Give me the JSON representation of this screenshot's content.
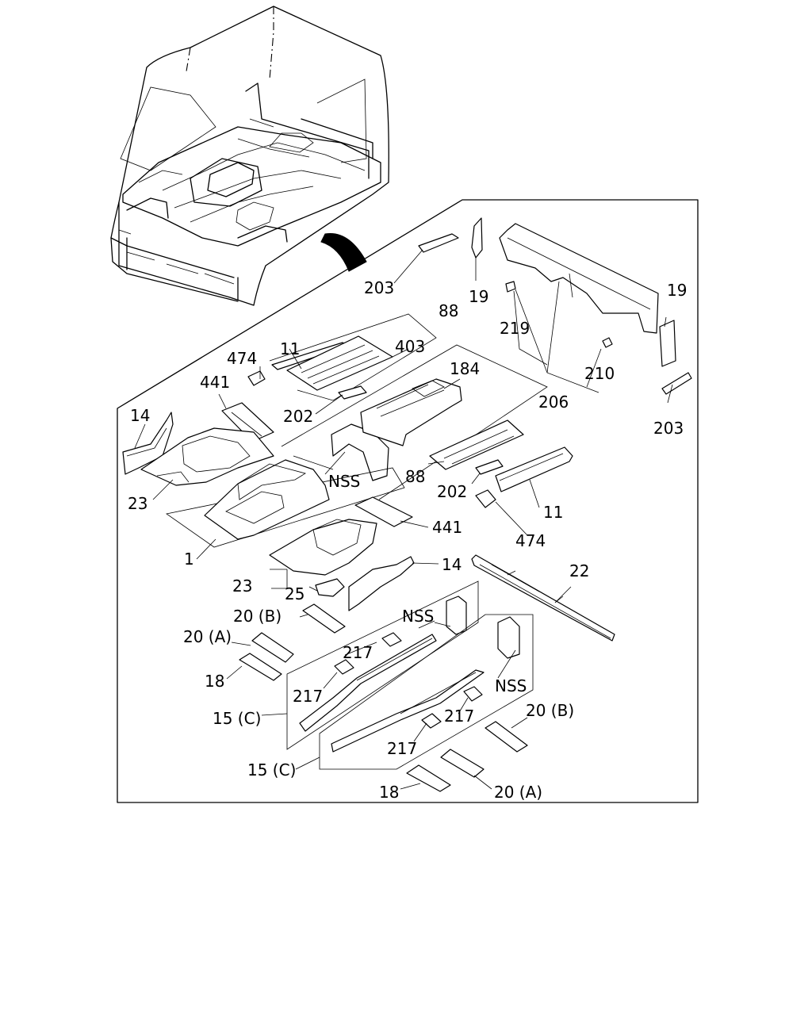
{
  "labels": {
    "l203a": "203",
    "l19a": "19",
    "l88a": "88",
    "l11a": "11",
    "l403": "403",
    "l474a": "474",
    "l441a": "441",
    "l184": "184",
    "l219": "219",
    "l19b": "19",
    "l210": "210",
    "l206": "206",
    "l203b": "203",
    "l14a": "14",
    "l202a": "202",
    "l23a": "23",
    "lnss1": "NSS",
    "l88b": "88",
    "l202b": "202",
    "l11b": "11",
    "l441b": "441",
    "l474b": "474",
    "l1": "1",
    "l14b": "14",
    "l22": "22",
    "l23b": "23",
    "l25": "25",
    "l20b1": "20 (B)",
    "lnss2": "NSS",
    "l20a1": "20 (A)",
    "l217a": "217",
    "l18a": "18",
    "l217b": "217",
    "l15c1": "15 (C)",
    "lnss3": "NSS",
    "l217c": "217",
    "l20b2": "20 (B)",
    "l217d": "217",
    "l15c2": "15 (C)",
    "l18b": "18",
    "l20a2": "20 (A)"
  }
}
